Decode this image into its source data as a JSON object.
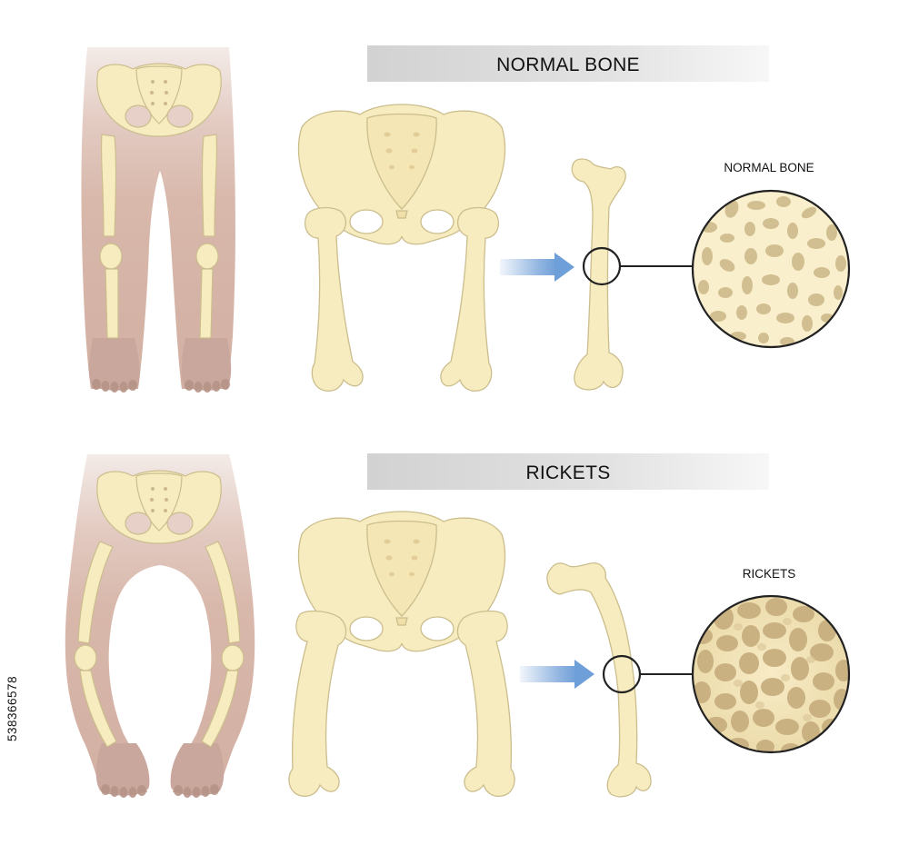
{
  "sections": [
    {
      "id": "normal",
      "banner_label": "NORMAL BONE",
      "callout_label": "NORMAL BONE",
      "legs": "straight",
      "femur": "straight"
    },
    {
      "id": "rickets",
      "banner_label": "RICKETS",
      "callout_label": "RICKETS",
      "legs": "bowed",
      "femur": "bowed"
    }
  ],
  "stock_id": "538366578",
  "colors": {
    "bone_fill": "#f7ecc0",
    "bone_stroke": "#cbbd8c",
    "skin": "#d6b5a8",
    "skin_top": "#f1e6e2",
    "foot": "#c9a79c",
    "banner_dark": "#cfcfcf",
    "arrow": "#7da7db",
    "spongy_normal": "#cfbb8c",
    "spongy_rickets": "#c9b182",
    "circle_bg": "#f9efcd"
  },
  "icons": [
    "flow-arrow-icon",
    "magnify-circle-icon"
  ]
}
